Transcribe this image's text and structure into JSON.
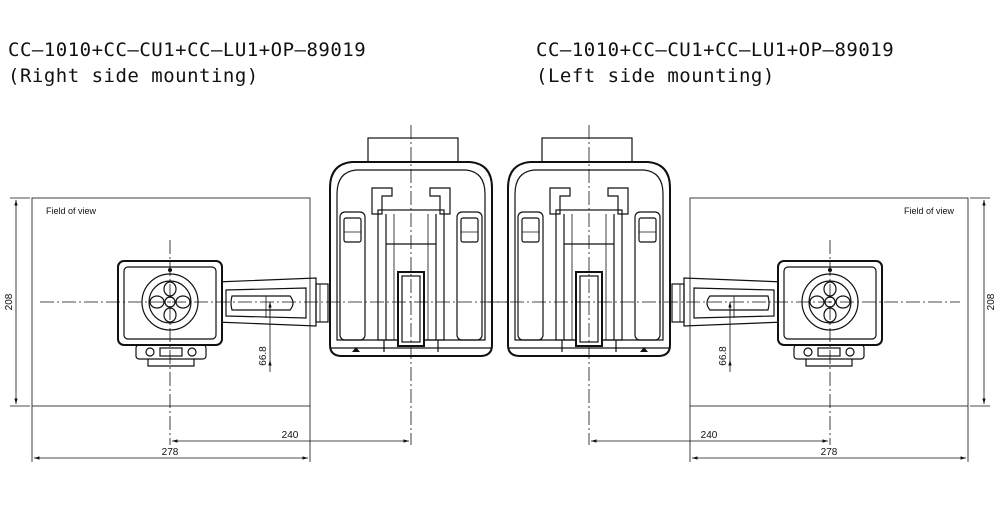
{
  "left_view": {
    "title_line1": "CC–1010+CC–CU1+CC–LU1+OP–89019",
    "title_line2": "(Right side mounting)",
    "fov_label": "Field of view",
    "dim_height": "208",
    "dim_offset": "66.8",
    "dim_240": "240",
    "dim_278": "278"
  },
  "right_view": {
    "title_line1": "CC–1010+CC–CU1+CC–LU1+OP–89019",
    "title_line2": "(Left side mounting)",
    "fov_label": "Field of view",
    "dim_height": "208",
    "dim_offset": "66.8",
    "dim_240": "240",
    "dim_278": "278"
  }
}
